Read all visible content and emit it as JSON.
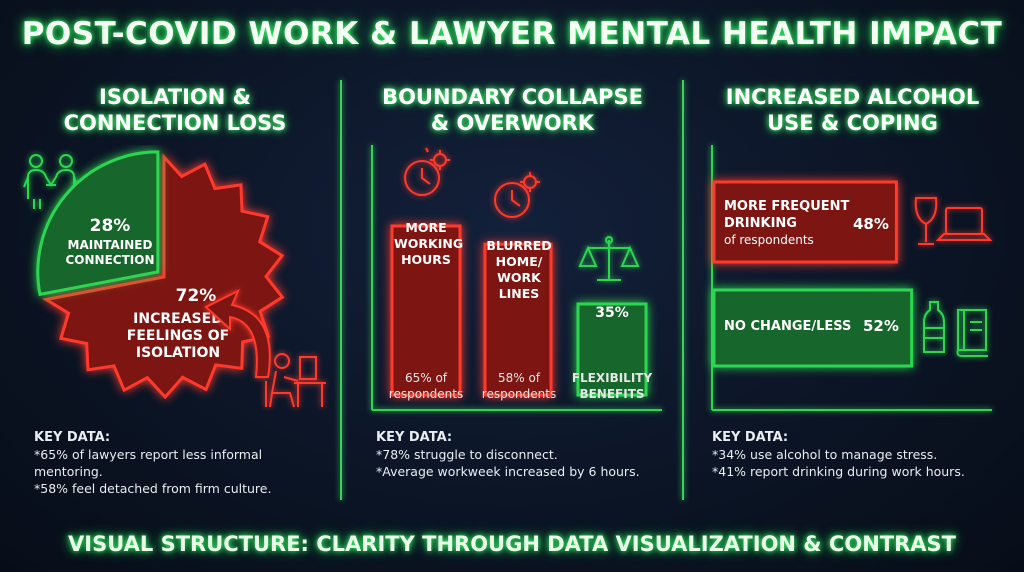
{
  "title": "POST-COVID WORK & LAWYER MENTAL HEALTH IMPACT",
  "footer": "VISUAL STRUCTURE: CLARITY THROUGH DATA VISUALIZATION & CONTRAST",
  "colors": {
    "green": "#2dd650",
    "red": "#ff3a2c",
    "red_fill": "#7d1612",
    "green_fill": "#17662c",
    "bg": "#0b1424"
  },
  "sections": {
    "isolation": {
      "title_line1": "ISOLATION &",
      "title_line2": "CONNECTION LOSS",
      "keydata_title": "KEY DATA:",
      "keydata": [
        "*65% of lawyers report less informal mentoring.",
        "*58% feel detached from firm culture."
      ]
    },
    "boundary": {
      "title_line1": "BOUNDARY COLLAPSE",
      "title_line2": "& OVERWORK",
      "keydata_title": "KEY DATA:",
      "keydata": [
        "*78% struggle to disconnect.",
        "*Average workweek increased by 6 hours."
      ]
    },
    "alcohol": {
      "title_line1": "INCREASED ALCOHOL",
      "title_line2": "USE & COPING",
      "keydata_title": "KEY DATA:",
      "keydata": [
        "*34% use alcohol to manage stress.",
        "*41% report drinking during work hours."
      ]
    }
  },
  "chart_data": [
    {
      "type": "pie",
      "slices": [
        {
          "label": "INCREASED FEELINGS OF ISOLATION",
          "value": 72,
          "display": "72%",
          "label_lines": [
            "INCREASED",
            "FEELINGS OF",
            "ISOLATION"
          ],
          "color": "#ff3a2c"
        },
        {
          "label": "MAINTAINED CONNECTION",
          "value": 28,
          "display": "28%",
          "label_lines": [
            "MAINTAINED",
            "CONNECTION"
          ],
          "color": "#2dd650"
        }
      ]
    },
    {
      "type": "bar",
      "categories": [
        "MORE WORKING HOURS",
        "BLURRED HOME/ WORK LINES",
        "FLEXIBILITY BENEFITS"
      ],
      "values": [
        65,
        58,
        35
      ],
      "bars": [
        {
          "label_lines": [
            "MORE",
            "WORKING",
            "HOURS"
          ],
          "sub_lines": [
            "65% of",
            "respondents"
          ],
          "color": "red"
        },
        {
          "label_lines": [
            "BLURRED",
            "HOME/",
            "WORK",
            "LINES"
          ],
          "sub_lines": [
            "58% of",
            "respondents"
          ],
          "color": "red"
        },
        {
          "value_label": "35%",
          "sub_lines": [
            "FLEXIBILITY",
            "BENEFITS"
          ],
          "color": "green"
        }
      ]
    },
    {
      "type": "bar",
      "orientation": "horizontal",
      "categories": [
        "MORE FREQUENT DRINKING",
        "NO CHANGE/LESS"
      ],
      "values": [
        48,
        52
      ],
      "bars": [
        {
          "label_lines": [
            "MORE FREQUENT",
            "DRINKING"
          ],
          "sub": "of respondents",
          "display": "48%",
          "color": "red"
        },
        {
          "label_lines": [
            "NO CHANGE/LESS"
          ],
          "display": "52%",
          "color": "green"
        }
      ]
    }
  ]
}
